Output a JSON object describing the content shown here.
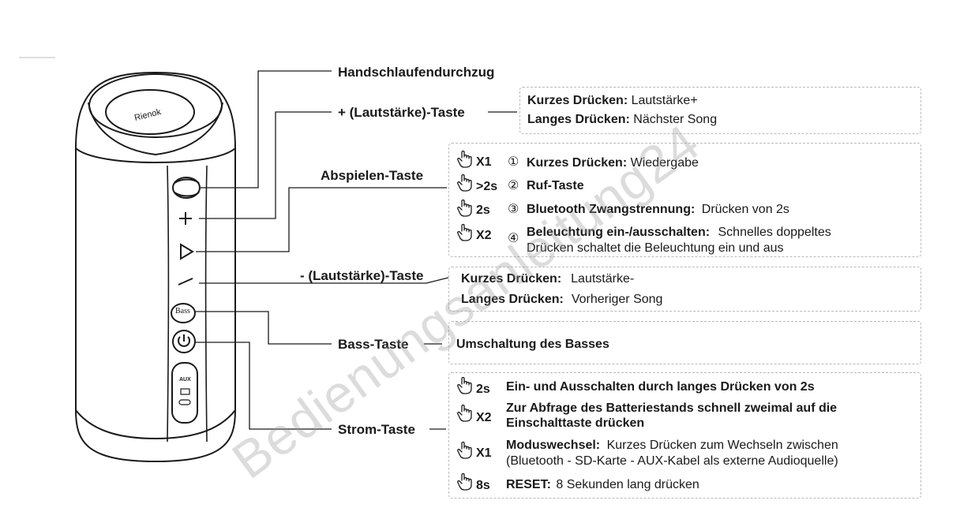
{
  "speaker": {
    "brand": "Rienok",
    "aux_label": "AUX",
    "bass_label": "Bass"
  },
  "labels": {
    "strap": "Handschlaufendurchzug",
    "vol_up": "+ (Lautstärke)-Taste",
    "play": "Abspielen-Taste",
    "vol_down": "- (Lautstärke)-Taste",
    "bass": "Bass-Taste",
    "power": "Strom-Taste"
  },
  "vol_up_box": {
    "short_label": "Kurzes Drücken:",
    "short_text": "Lautstärke+",
    "long_label": "Langes Drücken:",
    "long_text": "Nächster Song"
  },
  "play_box": {
    "rows": [
      {
        "count": "X1",
        "num": "①",
        "title": "Kurzes Drücken:",
        "text": "Wiedergabe"
      },
      {
        "count": ">2s",
        "num": "②",
        "title": "Ruf-Taste",
        "text": ""
      },
      {
        "count": "2s",
        "num": "③",
        "title": "Bluetooth Zwangstrennung:",
        "text": "Drücken von 2s"
      },
      {
        "count": "X2",
        "num": "④",
        "title": "Beleuchtung ein-/ausschalten:",
        "text": "Schnelles doppeltes",
        "text2": "Drücken schaltet die Beleuchtung ein und aus"
      }
    ]
  },
  "vol_down_box": {
    "short_label": "Kurzes Drücken:",
    "short_text": "Lautstärke-",
    "long_label": "Langes Drücken:",
    "long_text": "Vorheriger Song"
  },
  "bass_box": {
    "text": "Umschaltung des Basses"
  },
  "power_box": {
    "rows": [
      {
        "count": "2s",
        "title": "Ein- und Ausschalten durch langes Drücken von 2s"
      },
      {
        "count": "X2",
        "title": "Zur Abfrage des Batteriestands schnell zweimal auf die",
        "title2": "Einschalttaste drücken"
      },
      {
        "count": "X1",
        "title": "Moduswechsel:",
        "text": "Kurzes Drücken zum Wechseln zwischen",
        "text2": "(Bluetooth - SD-Karte - AUX-Kabel als externe Audioquelle)"
      },
      {
        "count": "8s",
        "title": "RESET:",
        "text": "8 Sekunden lang drücken"
      }
    ]
  },
  "watermark": "Bedienungsanleitung24"
}
